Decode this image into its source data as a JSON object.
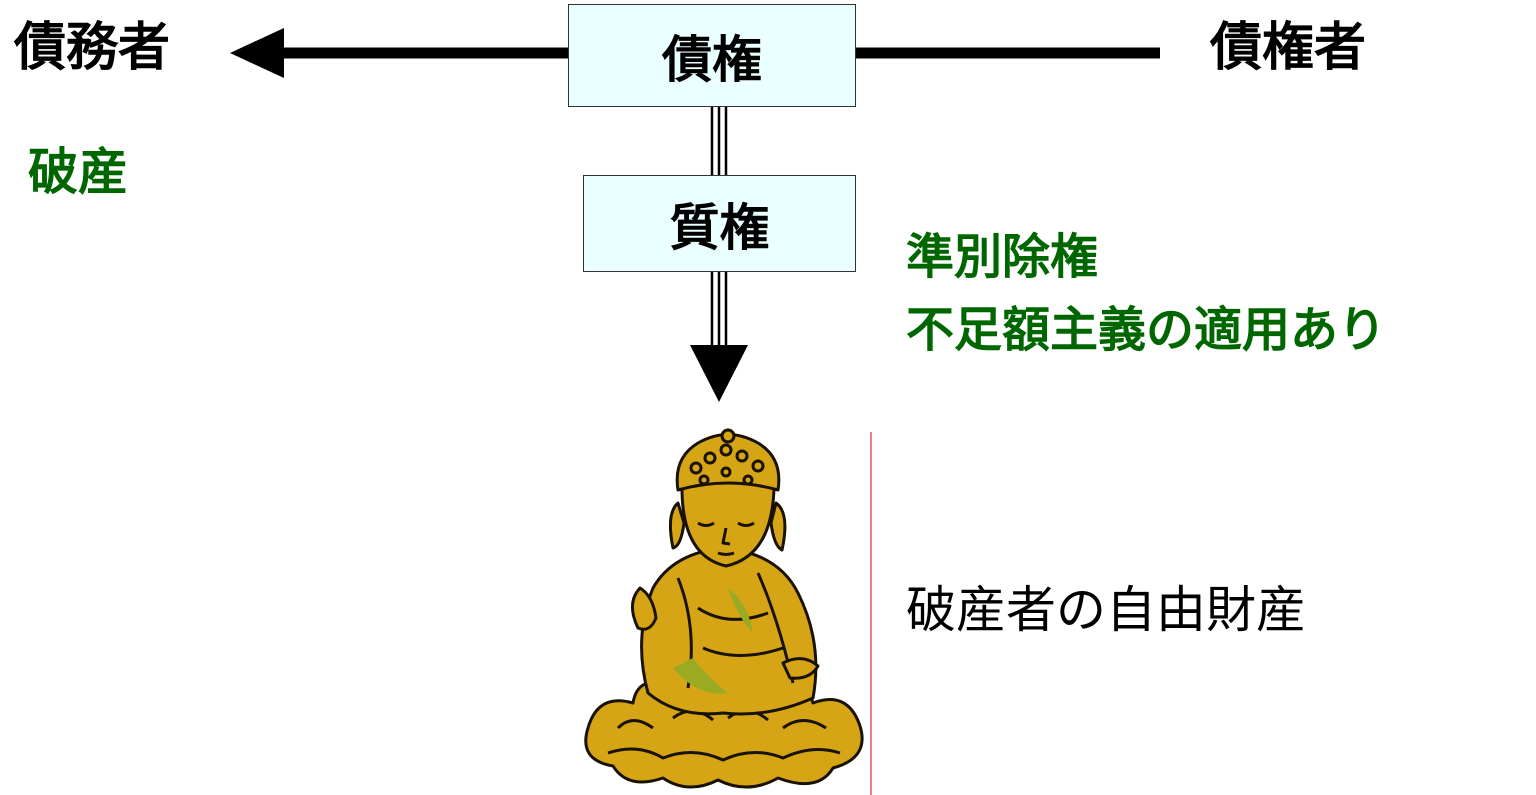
{
  "labels": {
    "debtor": "債務者",
    "claim": "債権",
    "creditor": "債権者",
    "bankruptcy": "破産",
    "pledge": "質権",
    "separate_right": "準別除権",
    "deficiency_rule": "不足額主義の適用あり",
    "free_property": "破産者の自由財産"
  },
  "colors": {
    "box_fill": "#eaffff",
    "green_text": "#006600",
    "arrow": "#000000",
    "statue_gold": "#d6a516",
    "divider": "#f08080"
  },
  "icons": {
    "statue": "seated-buddha-statue"
  }
}
